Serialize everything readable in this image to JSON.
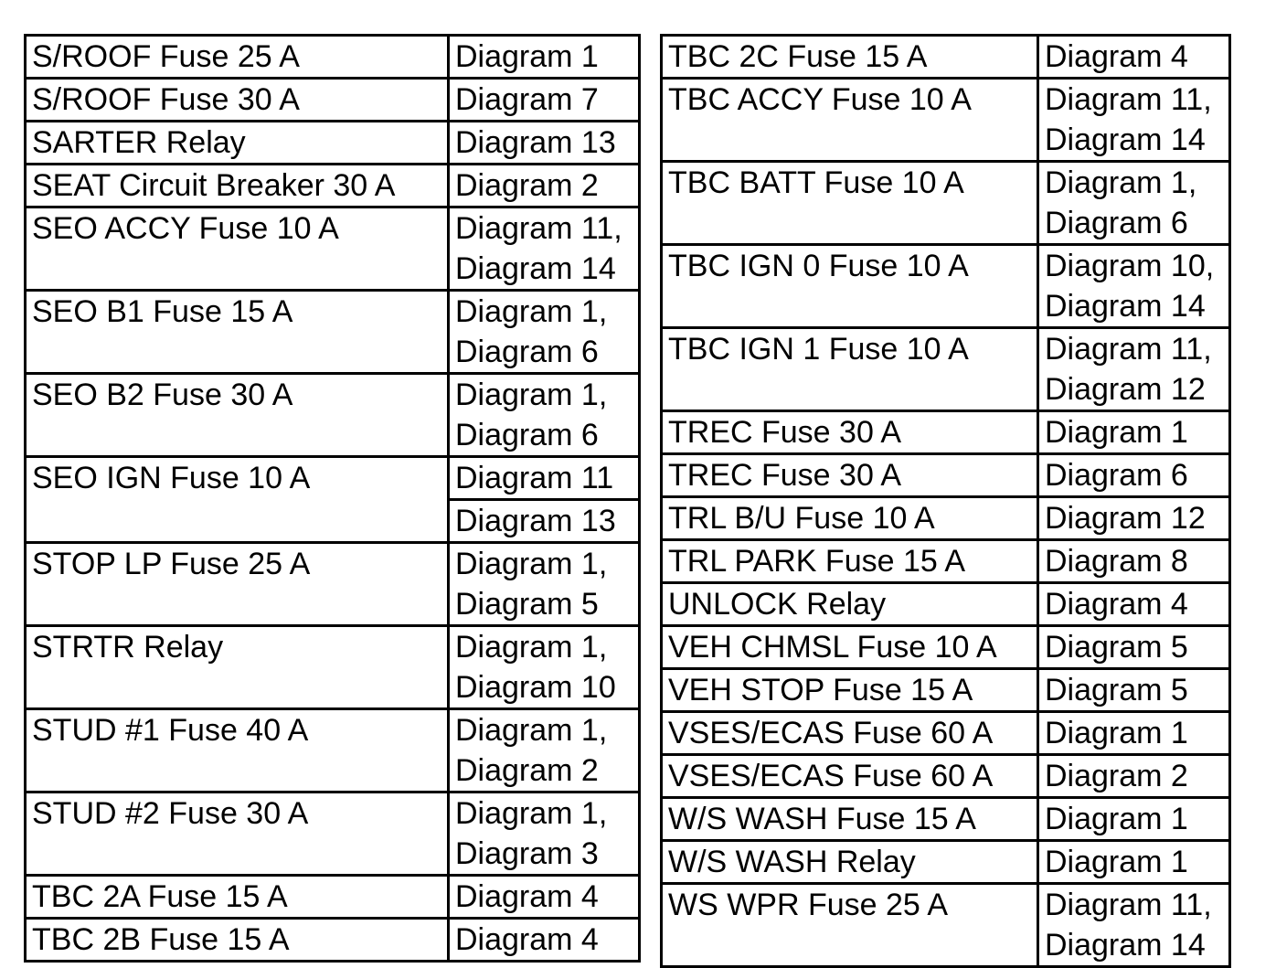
{
  "left_table": [
    {
      "item": "S/ROOF Fuse 25 A",
      "refs": [
        "Diagram 1"
      ]
    },
    {
      "item": "S/ROOF Fuse 30 A",
      "refs": [
        "Diagram 7"
      ]
    },
    {
      "item": "SARTER Relay",
      "refs": [
        "Diagram 13"
      ]
    },
    {
      "item": "SEAT Circuit Breaker 30 A",
      "refs": [
        "Diagram 2"
      ]
    },
    {
      "item": "SEO ACCY Fuse 10 A",
      "refs": [
        "Diagram 11,",
        "Diagram 14"
      ]
    },
    {
      "item": "SEO B1 Fuse 15 A",
      "refs": [
        "Diagram 1,",
        "Diagram 6"
      ]
    },
    {
      "item": "SEO B2 Fuse 30 A",
      "refs": [
        "Diagram 1,",
        "Diagram 6"
      ]
    },
    {
      "item": "SEO IGN Fuse 10 A",
      "refs": [
        "Diagram 11",
        "Diagram 13"
      ],
      "split": true
    },
    {
      "item": "STOP LP Fuse 25 A",
      "refs": [
        "Diagram 1,",
        "Diagram 5"
      ]
    },
    {
      "item": "STRTR Relay",
      "refs": [
        "Diagram 1,",
        "Diagram 10"
      ]
    },
    {
      "item": "STUD #1 Fuse 40 A",
      "refs": [
        "Diagram 1,",
        "Diagram 2"
      ]
    },
    {
      "item": "STUD #2 Fuse 30 A",
      "refs": [
        "Diagram 1,",
        "Diagram 3"
      ]
    },
    {
      "item": "TBC 2A Fuse 15 A",
      "refs": [
        "Diagram 4"
      ]
    },
    {
      "item": "TBC 2B Fuse 15 A",
      "refs": [
        "Diagram 4"
      ]
    }
  ],
  "right_table": [
    {
      "item": "TBC 2C Fuse 15 A",
      "refs": [
        "Diagram 4"
      ]
    },
    {
      "item": "TBC ACCY Fuse 10 A",
      "refs": [
        "Diagram 11,",
        "Diagram 14"
      ]
    },
    {
      "item": "TBC BATT Fuse 10 A",
      "refs": [
        "Diagram 1,",
        "Diagram 6"
      ]
    },
    {
      "item": "TBC IGN 0 Fuse 10 A",
      "refs": [
        "Diagram 10,",
        "Diagram 14"
      ]
    },
    {
      "item": "TBC IGN 1 Fuse 10 A",
      "refs": [
        "Diagram 11,",
        "Diagram 12"
      ]
    },
    {
      "item": "TREC Fuse 30 A",
      "refs": [
        "Diagram 1"
      ]
    },
    {
      "item": "TREC Fuse 30 A",
      "refs": [
        "Diagram 6"
      ]
    },
    {
      "item": "TRL B/U Fuse 10 A",
      "refs": [
        "Diagram 12"
      ]
    },
    {
      "item": "TRL PARK Fuse 15 A",
      "refs": [
        "Diagram 8"
      ]
    },
    {
      "item": "UNLOCK Relay",
      "refs": [
        "Diagram 4"
      ]
    },
    {
      "item": "VEH CHMSL Fuse 10 A",
      "refs": [
        "Diagram 5"
      ]
    },
    {
      "item": "VEH STOP Fuse 15 A",
      "refs": [
        "Diagram 5"
      ]
    },
    {
      "item": "VSES/ECAS Fuse 60 A",
      "refs": [
        "Diagram 1"
      ]
    },
    {
      "item": "VSES/ECAS Fuse 60 A",
      "refs": [
        "Diagram 2"
      ]
    },
    {
      "item": "W/S WASH Fuse 15 A",
      "refs": [
        "Diagram 1"
      ]
    },
    {
      "item": "W/S WASH Relay",
      "refs": [
        "Diagram 1"
      ]
    },
    {
      "item": "WS WPR Fuse 25 A",
      "refs": [
        "Diagram 11,",
        "Diagram 14"
      ]
    }
  ]
}
